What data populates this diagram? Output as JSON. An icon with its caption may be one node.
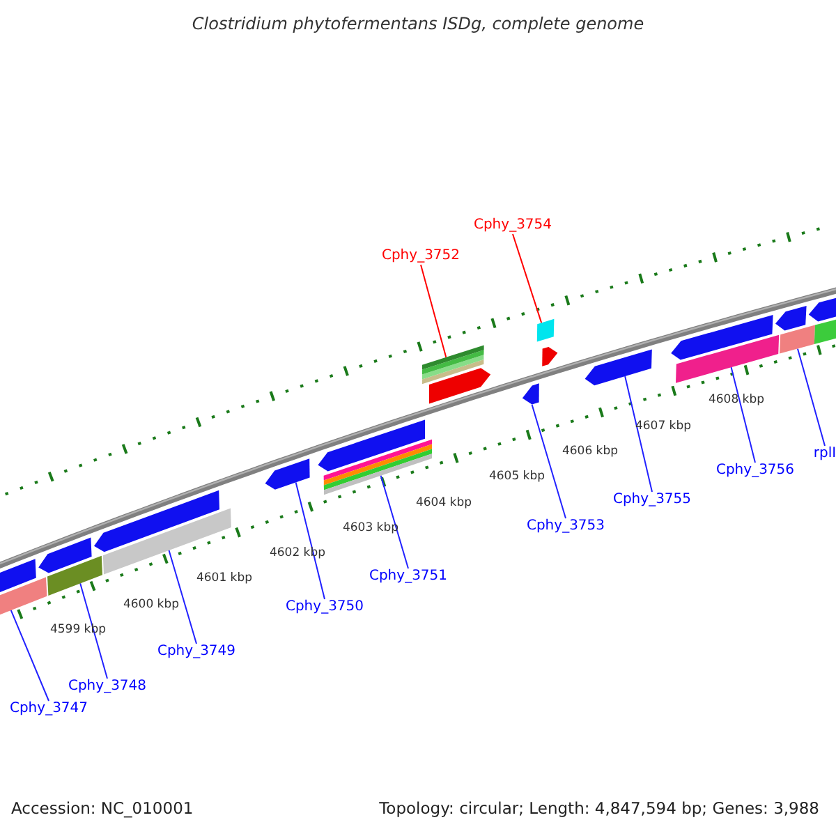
{
  "diagram": {
    "title": "Clostridium phytofermentans ISDg, complete genome",
    "nodes": [
      {
        "text": [
          "Cphy_3752"
        ]
      },
      {
        "text": [
          "Cphy_3754"
        ]
      },
      {
        "text": [],
        "shape": "bar"
      },
      {
        "text": [],
        "shape": "bar"
      },
      {
        "text": [
          "Cphy_3747"
        ]
      },
      {
        "text": [
          "Cphy_3748"
        ]
      },
      {
        "text": [
          "Cphy_3749"
        ]
      },
      {
        "text": [
          "Cphy_3750"
        ]
      },
      {
        "text": [
          "Cphy_3751"
        ]
      },
      {
        "text": [
          "Cphy_3753"
        ]
      },
      {
        "text": [
          "Cphy_3755"
        ]
      },
      {
        "text": [
          "Cphy_3756"
        ]
      },
      {
        "text": [
          "rplI"
        ]
      },
      {
        "text": [],
        "shape": "bar"
      },
      {
        "text": [],
        "shape": "bar"
      },
      {
        "text": [],
        "shape": "bar"
      },
      {
        "text": [],
        "shape": "arrow"
      },
      {
        "text": [],
        "shape": "bar"
      },
      {
        "text": [],
        "shape": "arrow"
      },
      {
        "text": [],
        "shape": "arrow"
      },
      {
        "text": [],
        "shape": "bar"
      },
      {
        "text": [],
        "shape": "bar"
      },
      {
        "text": [],
        "shape": "arrow"
      },
      {
        "text": [],
        "shape": "arrow"
      },
      {
        "text": [],
        "shape": "arrow"
      },
      {
        "text": [],
        "shape": "arrow"
      },
      {
        "text": [],
        "shape": "arrow"
      },
      {
        "text": [],
        "shape": "arrow"
      },
      {
        "text": [],
        "shape": "arrow"
      },
      {
        "text": [],
        "shape": "arrow"
      },
      {
        "text": [],
        "shape": "arrow"
      },
      {
        "text": [],
        "shape": "bar"
      }
    ],
    "edges": [
      {
        "from": 0,
        "to": 2,
        "arrow": "none",
        "color": "#ff0000"
      },
      {
        "from": 1,
        "to": 3,
        "arrow": "none",
        "color": "#ff0000"
      },
      {
        "from": 4,
        "to": 13,
        "arrow": "none"
      },
      {
        "from": 5,
        "to": 14,
        "arrow": "none"
      },
      {
        "from": 6,
        "to": 15,
        "arrow": "none"
      },
      {
        "from": 7,
        "to": 16,
        "arrow": "none"
      },
      {
        "from": 8,
        "to": 17,
        "arrow": "none"
      },
      {
        "from": 9,
        "to": 18,
        "arrow": "none"
      },
      {
        "from": 10,
        "to": 19,
        "arrow": "none"
      },
      {
        "from": 11,
        "to": 20,
        "arrow": "none"
      },
      {
        "from": 12,
        "to": 21,
        "arrow": "none"
      }
    ],
    "labels": [
      "4599 kbp",
      "4600 kbp",
      "4601 kbp",
      "4602 kbp",
      "4603 kbp",
      "4604 kbp",
      "4605 kbp",
      "4606 kbp",
      "4607 kbp",
      "4608 kbp",
      "Accession: NC_010001",
      "Topology: circular; Length: 4,847,594 bp; Genes: 3,988"
    ]
  }
}
